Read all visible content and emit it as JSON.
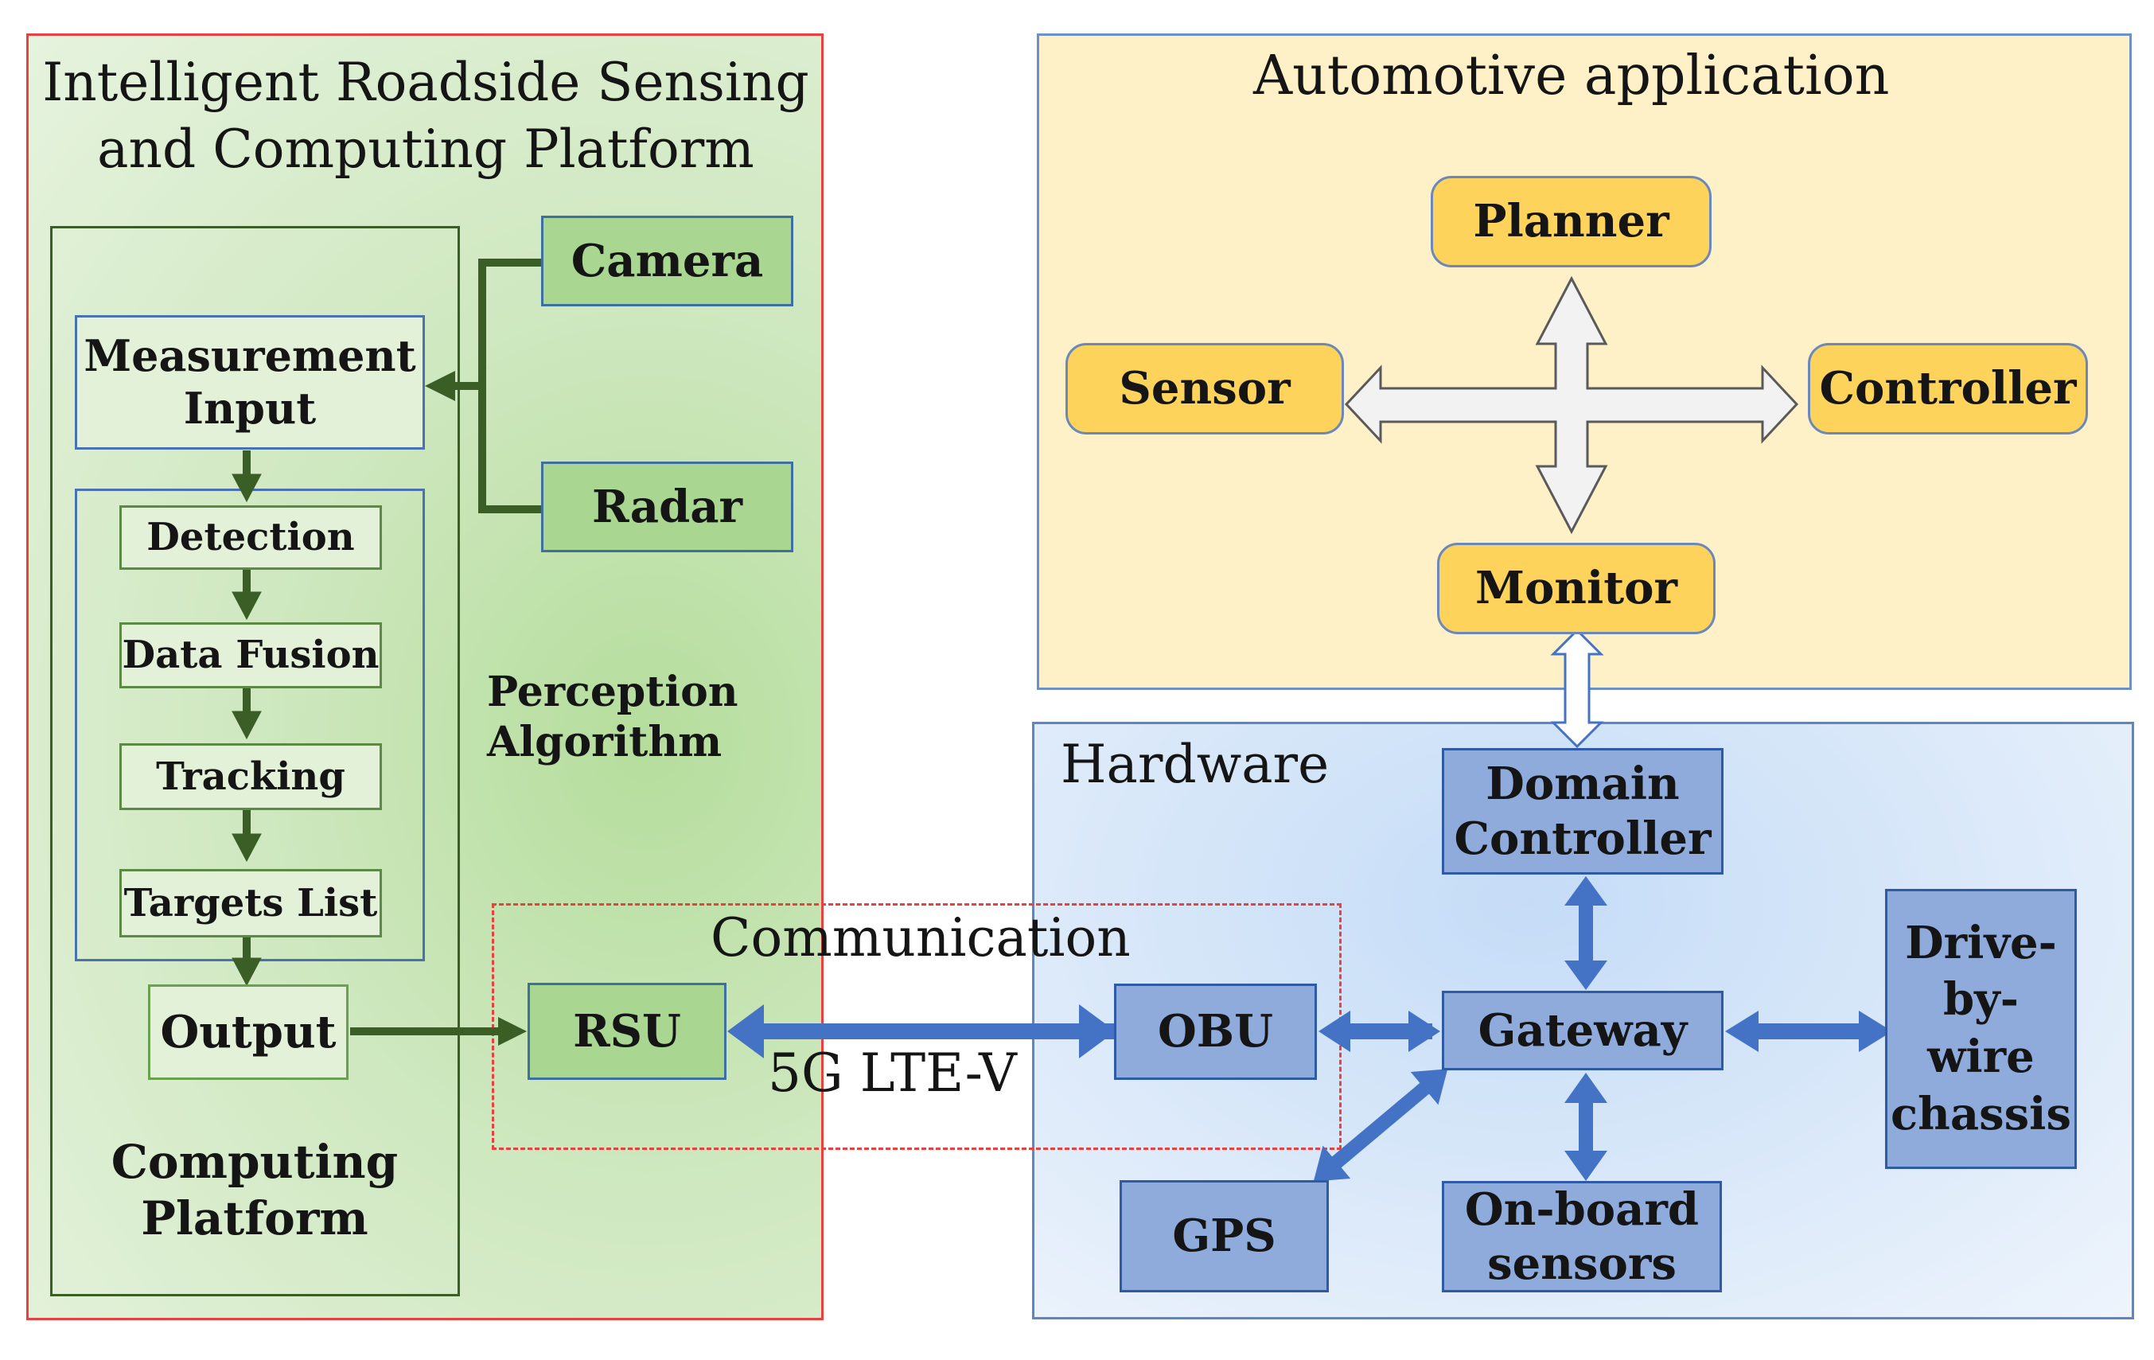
{
  "roadside": {
    "title": "Intelligent Roadside Sensing\nand Computing Platform",
    "camera": "Camera",
    "radar": "Radar",
    "measurement_input": "Measurement\nInput",
    "steps": [
      "Detection",
      "Data Fusion",
      "Tracking",
      "Targets List"
    ],
    "output": "Output",
    "perception_label": "Perception\nAlgorithm",
    "computing_label": "Computing\nPlatform"
  },
  "communication": {
    "title": "Communication",
    "rsu": "RSU",
    "obu": "OBU",
    "link_label": "5G LTE-V"
  },
  "automotive": {
    "title": "Automotive application",
    "planner": "Planner",
    "sensor": "Sensor",
    "controller": "Controller",
    "monitor": "Monitor"
  },
  "hardware": {
    "title": "Hardware",
    "domain_controller": "Domain\nController",
    "gateway": "Gateway",
    "drive_by_wire": "Drive-\nby-\nwire\nchassis",
    "gps": "GPS",
    "onboard_sensors": "On-board\nsensors"
  },
  "colors": {
    "roadside_border": "#e8413f",
    "roadside_fill": "#cde8bd",
    "green_arrow": "#3a5e25",
    "automotive_fill": "#fef0c7",
    "automotive_border": "#6e90c8",
    "yellow_box": "#fdd35c",
    "hardware_fill": "#d8e8f8",
    "hardware_border": "#5b86c8",
    "blue_box": "#8eabdc",
    "blue_arrow": "#4472c4",
    "comm_border": "#e8413f"
  }
}
